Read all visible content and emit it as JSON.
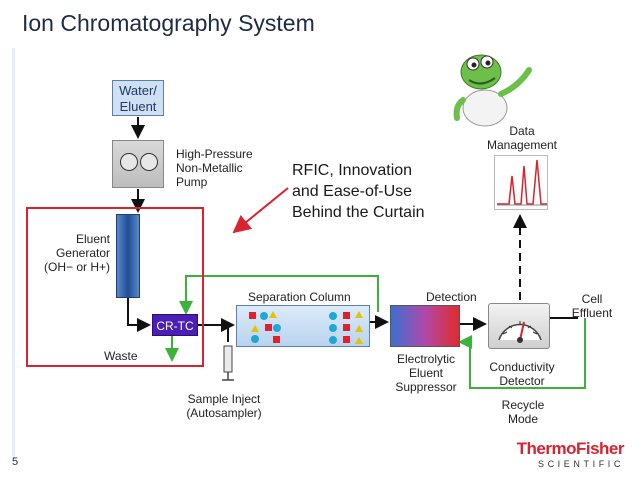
{
  "slide": {
    "title": "Ion Chromatography System",
    "page_number": "5"
  },
  "labels": {
    "water_eluent": "Water/\nEluent",
    "pump": "High-Pressure\nNon-Metallic\nPump",
    "callout": "RFIC, Innovation\nand Ease-of-Use\nBehind the Curtain",
    "eluent_generator": "Eluent\nGenerator\n(OH− or H+)",
    "crtc": "CR-TC",
    "waste": "Waste",
    "sample_inject": "Sample Inject\n(Autosampler)",
    "separation_column": "Separation Column",
    "detection": "Detection",
    "suppressor": "Electrolytic\nEluent\nSuppressor",
    "conductivity_detector": "Conductivity\nDetector",
    "recycle_mode": "Recycle\nMode",
    "cell_effluent": "Cell\nEffluent",
    "data_management": "Data\nManagement"
  },
  "logo": {
    "top": "ThermoFisher",
    "bottom": "SCIENTIFIC"
  },
  "colors": {
    "gen_box_border": "#d9232e",
    "crtc": "#4b1fb3",
    "green_flow": "#3bb33b",
    "peaks": "#d9232e"
  }
}
